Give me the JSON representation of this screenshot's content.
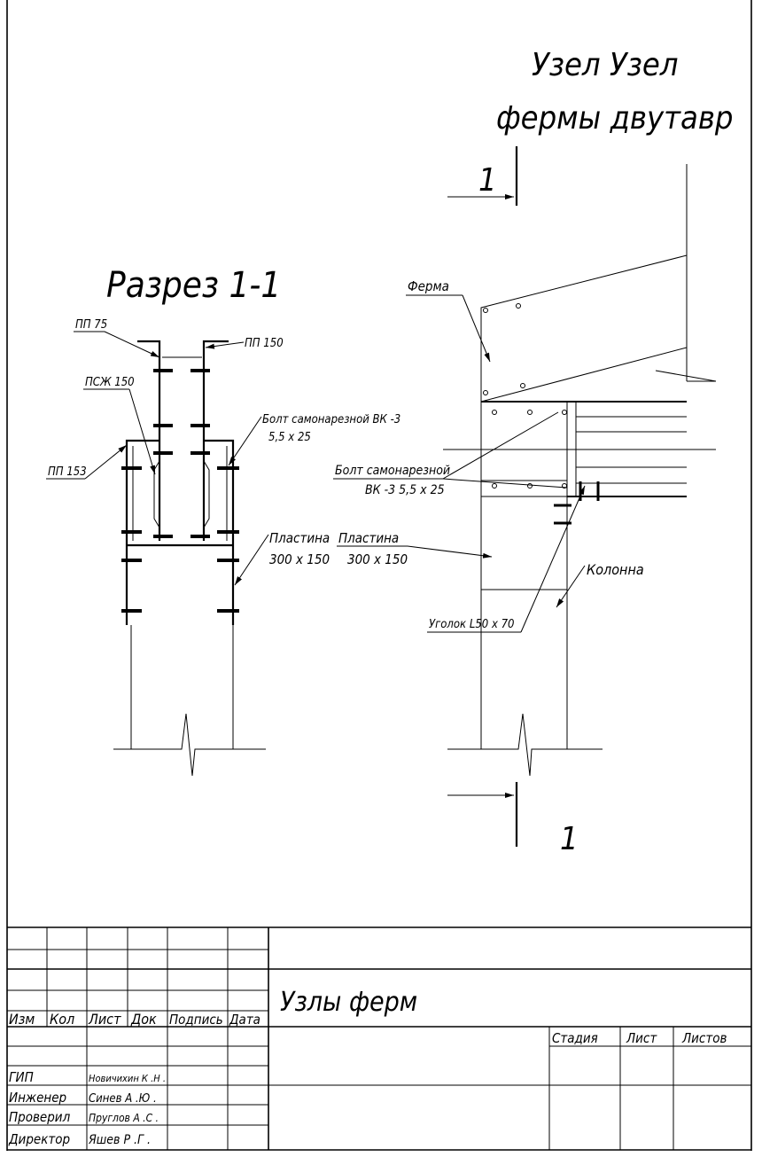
{
  "drawing": {
    "title_top_line1": "Узел  Узел",
    "title_top_line2": "фермы  двутавр",
    "section_mark_top": "1",
    "section_mark_bottom": "1",
    "section_title": "Разрез  1-1",
    "labels": {
      "pp75": "ПП 75",
      "pp150": "ПП 150",
      "psz150": "ПСЖ 150",
      "pp153": "ПП 153",
      "bolt_left_1": "Болт самонарезной ВК -3",
      "bolt_left_2": "5,5 x 25",
      "plate_left_1": "Пластина",
      "plate_left_2": "300 x 150",
      "plate_right_1": "Пластина",
      "plate_right_2": "300 x 150",
      "bolt_right_1": "Болт самонарезной",
      "bolt_right_2": "ВК -3 5,5 x 25",
      "truss": "Ферма",
      "column": "Колонна",
      "angle": "Уголок  L50 x 70"
    }
  },
  "title_block": {
    "headers": [
      "Изм",
      "Кол",
      "Лист",
      "Док",
      "Подпись",
      "Дата"
    ],
    "sheet_title": "Узлы ферм",
    "stage_headers": [
      "Стадия",
      "Лист",
      "Листов"
    ],
    "signatures": [
      {
        "role": "ГИП",
        "name": "Новичихин К .Н ."
      },
      {
        "role": "Инженер",
        "name": "Синев А .Ю ."
      },
      {
        "role": "Проверил",
        "name": "Пруглов А .С ."
      },
      {
        "role": "Директор",
        "name": "Яшев Р .Г ."
      }
    ]
  }
}
